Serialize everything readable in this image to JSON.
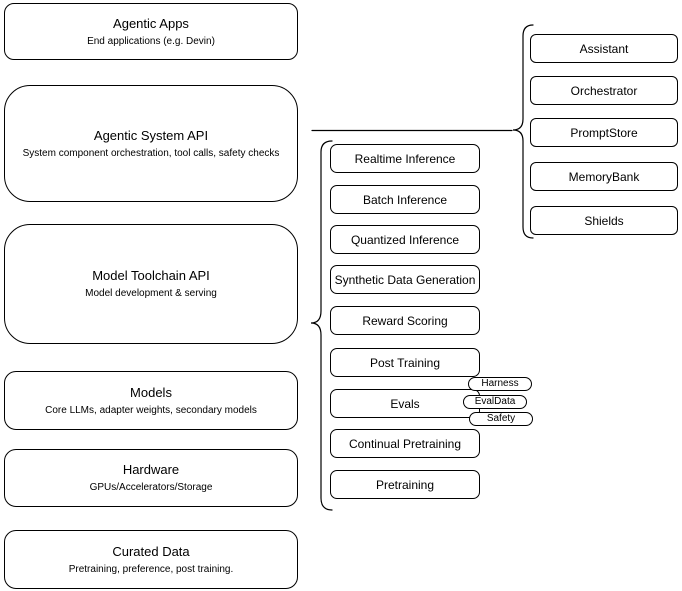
{
  "diagram": {
    "left_stack": [
      {
        "title": "Agentic Apps",
        "subtitle": "End applications (e.g. Devin)"
      },
      {
        "title": "Agentic System API",
        "subtitle": "System component orchestration, tool calls, safety checks"
      },
      {
        "title": "Model Toolchain API",
        "subtitle": "Model development & serving"
      },
      {
        "title": "Models",
        "subtitle": "Core LLMs, adapter weights, secondary models"
      },
      {
        "title": "Hardware",
        "subtitle": "GPUs/Accelerators/Storage"
      },
      {
        "title": "Curated Data",
        "subtitle": "Pretraining, preference, post training."
      }
    ],
    "toolchain_services": [
      "Realtime Inference",
      "Batch Inference",
      "Quantized Inference",
      "Synthetic Data Generation",
      "Reward Scoring",
      "Post Training",
      "Evals",
      "Continual Pretraining",
      "Pretraining"
    ],
    "evals_tags": [
      "Harness",
      "EvalData",
      "Safety"
    ],
    "system_components": [
      "Assistant",
      "Orchestrator",
      "PromptStore",
      "MemoryBank",
      "Shields"
    ],
    "colors": {
      "stroke": "#000000",
      "background": "#ffffff",
      "box_fill": "#ffffff"
    }
  }
}
